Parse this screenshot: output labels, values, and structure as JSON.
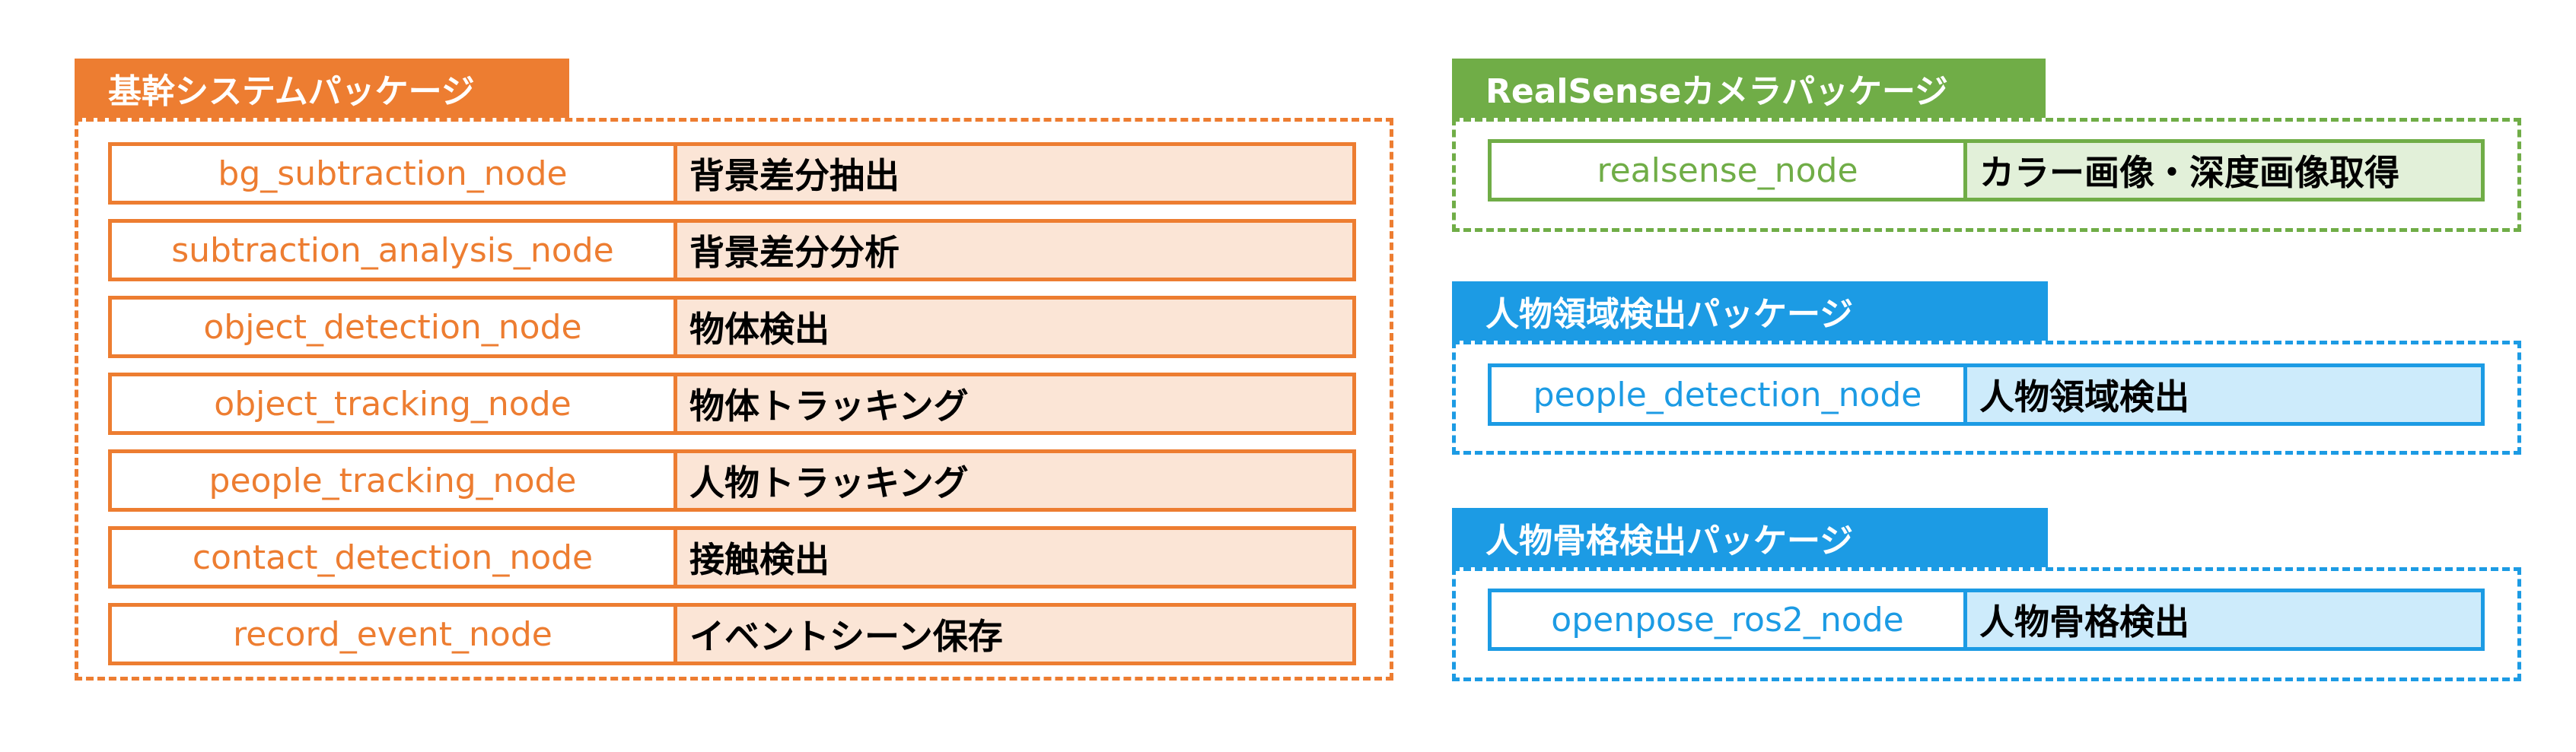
{
  "colors": {
    "core": "#ED7D31",
    "core_fill": "#FBE5D6",
    "realsense": "#70AD47",
    "realsense_fill": "#E2F0D9",
    "people": "#1C9BE4",
    "people_fill": "#CDEBFB"
  },
  "core_package": {
    "title": "基幹システムパッケージ",
    "nodes": [
      {
        "name": "bg_subtraction_node",
        "desc": "背景差分抽出"
      },
      {
        "name": "subtraction_analysis_node",
        "desc": "背景差分分析"
      },
      {
        "name": "object_detection_node",
        "desc": "物体検出"
      },
      {
        "name": "object_tracking_node",
        "desc": "物体トラッキング"
      },
      {
        "name": "people_tracking_node",
        "desc": "人物トラッキング"
      },
      {
        "name": "contact_detection_node",
        "desc": "接触検出"
      },
      {
        "name": "record_event_node",
        "desc": "イベントシーン保存"
      }
    ]
  },
  "realsense_package": {
    "title": "RealSenseカメラパッケージ",
    "nodes": [
      {
        "name": "realsense_node",
        "desc": "カラー画像・深度画像取得"
      }
    ]
  },
  "people_detection_package": {
    "title": "人物領域検出パッケージ",
    "nodes": [
      {
        "name": "people_detection_node",
        "desc": "人物領域検出"
      }
    ]
  },
  "skeleton_package": {
    "title": "人物骨格検出パッケージ",
    "nodes": [
      {
        "name": "openpose_ros2_node",
        "desc": "人物骨格検出"
      }
    ]
  }
}
